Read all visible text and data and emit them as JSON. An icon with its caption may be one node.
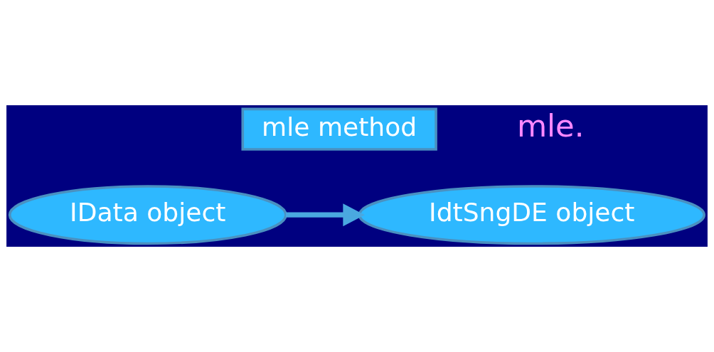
{
  "diagram": {
    "nodes": [
      {
        "text": [
          "mle method"
        ]
      },
      {
        "text": [
          "IData object"
        ]
      },
      {
        "text": [
          "IdtSngDE object"
        ]
      }
    ],
    "edges": [
      {
        "from": 1,
        "to": 2,
        "arrow": "to"
      }
    ],
    "labels": [
      "mle."
    ]
  }
}
